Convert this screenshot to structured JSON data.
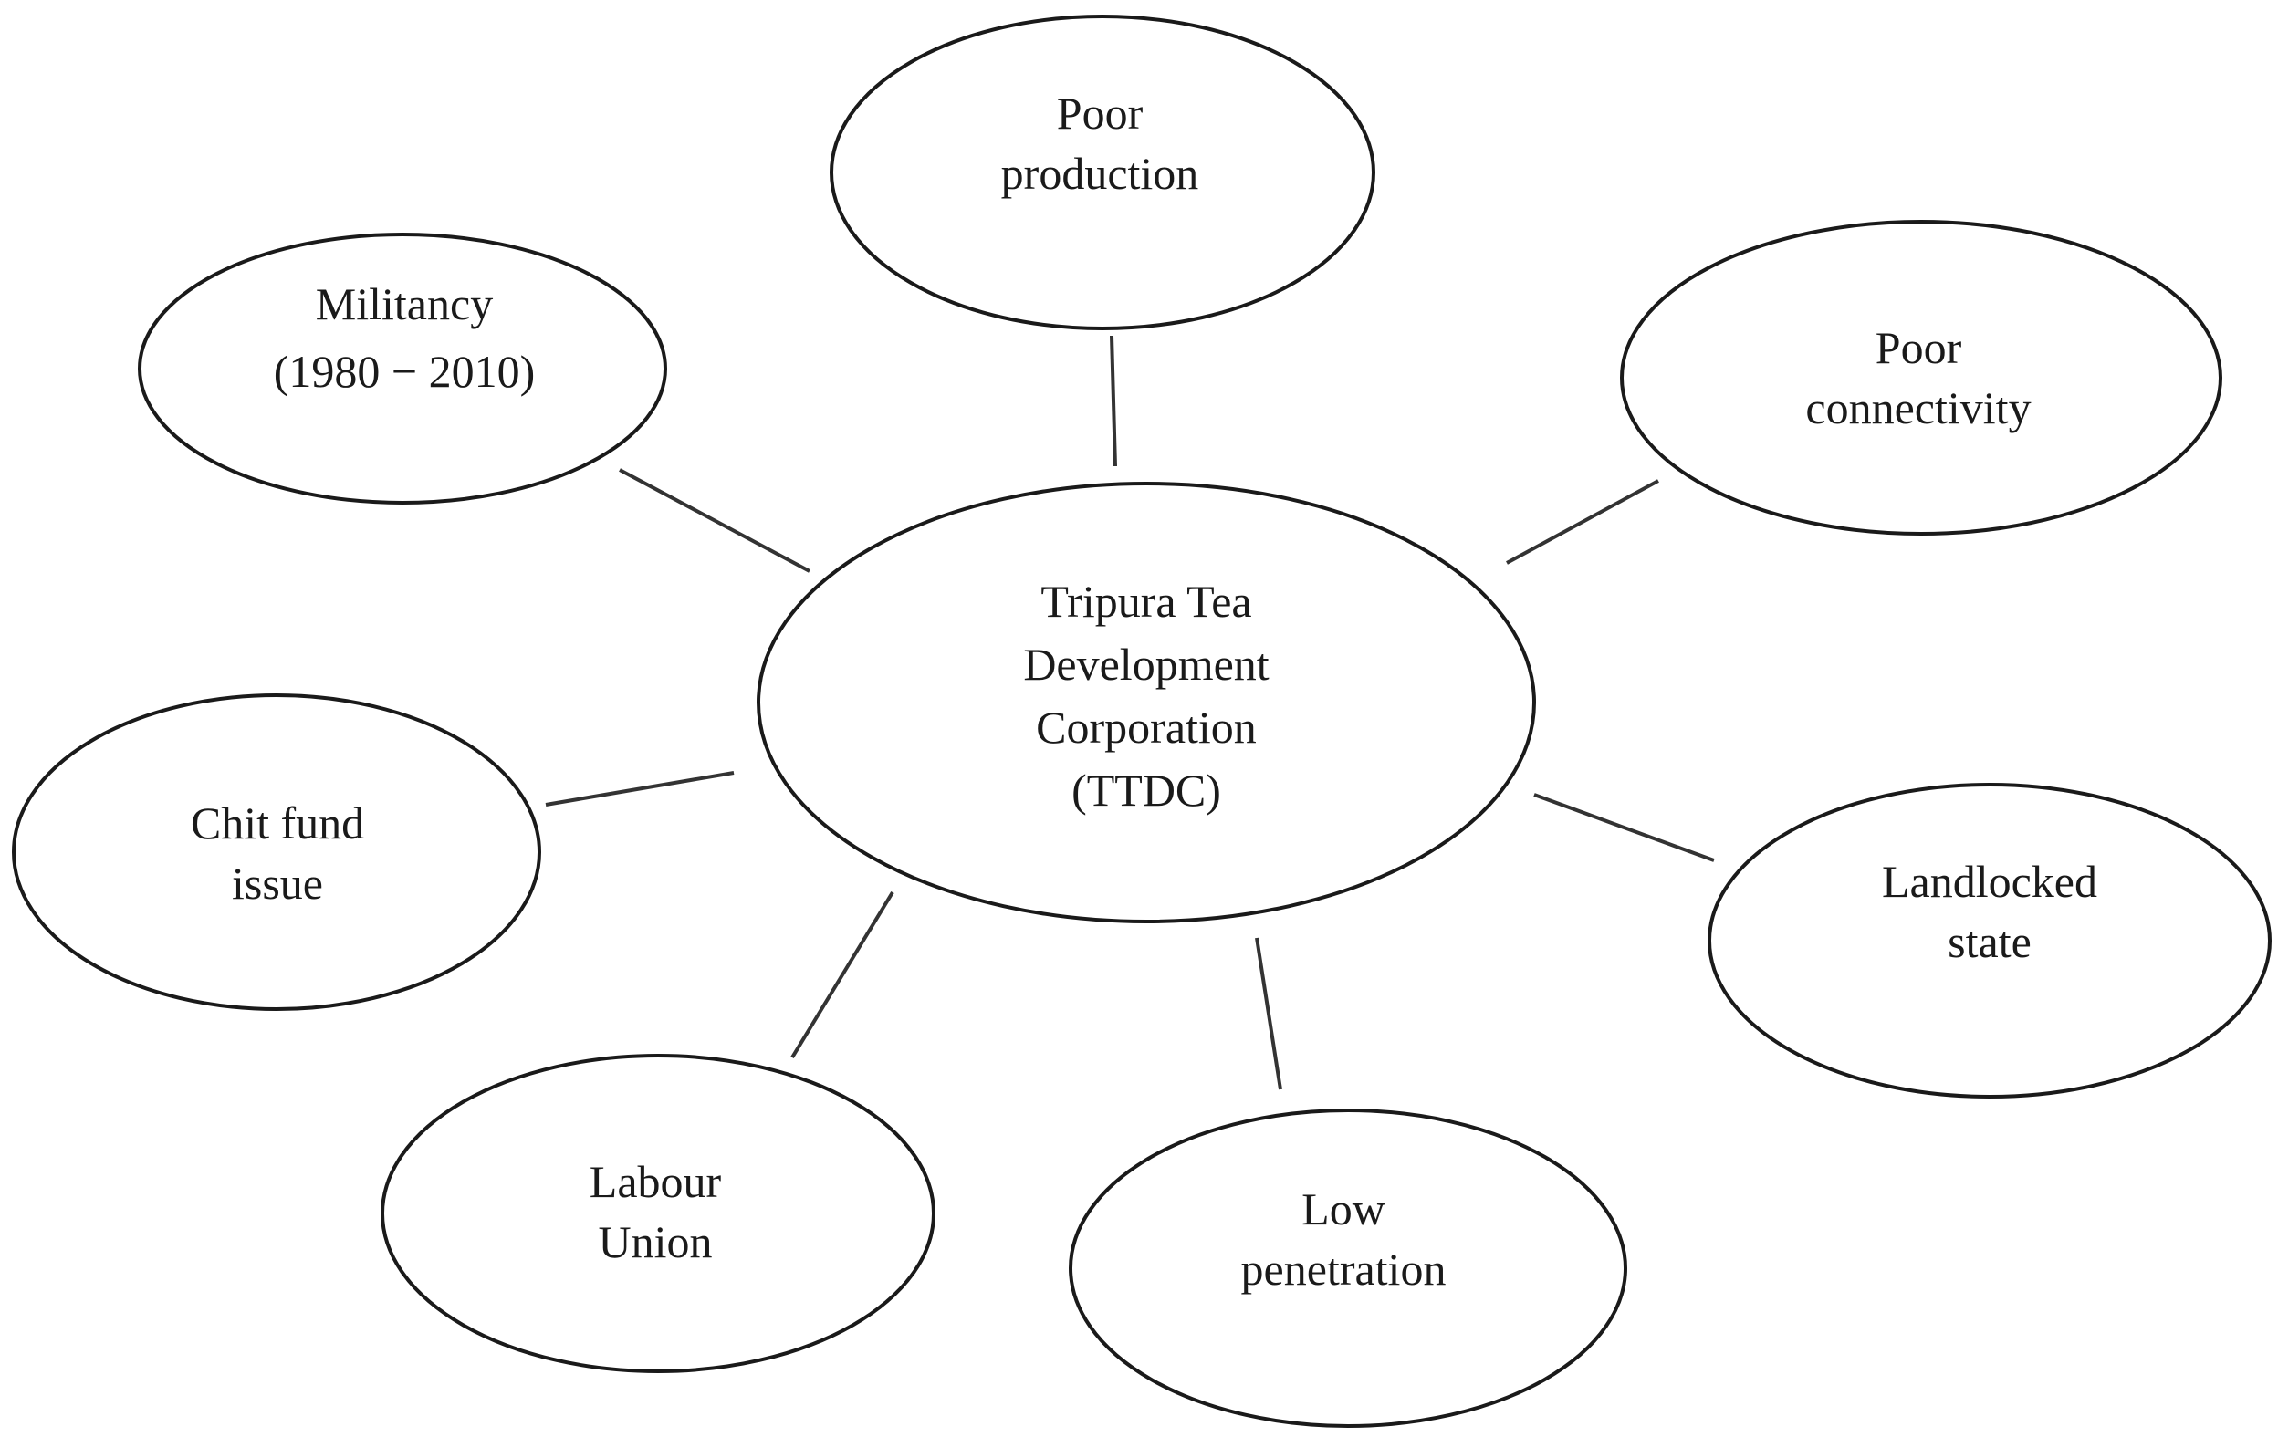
{
  "diagram": {
    "type": "hub-and-spoke",
    "center": {
      "lines": [
        "Tripura Tea",
        "Development",
        "Corporation",
        "(TTDC)"
      ]
    },
    "nodes": [
      {
        "id": "poor-production",
        "lines": [
          "Poor",
          "production"
        ]
      },
      {
        "id": "militancy",
        "lines": [
          "Militancy",
          "(1980 − 2010)"
        ]
      },
      {
        "id": "poor-connectivity",
        "lines": [
          "Poor",
          "connectivity"
        ]
      },
      {
        "id": "chit-fund-issue",
        "lines": [
          "Chit fund",
          "issue"
        ]
      },
      {
        "id": "landlocked-state",
        "lines": [
          "Landlocked",
          "state"
        ]
      },
      {
        "id": "labour-union",
        "lines": [
          "Labour",
          "Union"
        ]
      },
      {
        "id": "low-penetration",
        "lines": [
          "Low",
          "penetration"
        ]
      }
    ],
    "colors": {
      "stroke": "#1a1a1a",
      "background": "#ffffff"
    }
  }
}
